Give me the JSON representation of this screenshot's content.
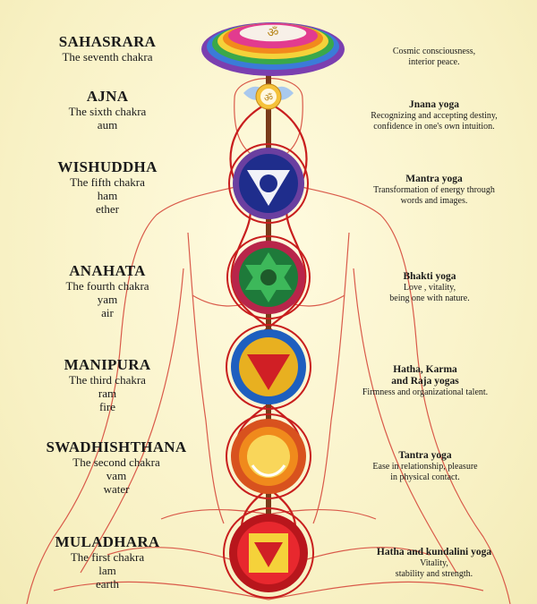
{
  "chakras": [
    {
      "name": "SAHASRARA",
      "lines": [
        "The seventh chakra"
      ],
      "yoga": "",
      "desc": [
        "Cosmic consciousness,",
        "interior peace."
      ]
    },
    {
      "name": "AJNA",
      "lines": [
        "The sixth chakra",
        "aum"
      ],
      "yoga": "Jnana yoga",
      "desc": [
        "Recognizing and accepting destiny,",
        "confidence in one's own intuition."
      ]
    },
    {
      "name": "WISHUDDHA",
      "lines": [
        "The fifth chakra",
        "ham",
        "ether"
      ],
      "yoga": "Mantra yoga",
      "desc": [
        "Transformation of energy through",
        "words and images."
      ]
    },
    {
      "name": "ANAHATA",
      "lines": [
        "The fourth chakra",
        "yam",
        "air"
      ],
      "yoga": "Bhakti yoga",
      "desc": [
        "Love , vitality,",
        "being one with nature."
      ]
    },
    {
      "name": "MANIPURA",
      "lines": [
        "The third chakra",
        "ram",
        "fire"
      ],
      "yoga": "Hatha, Karma\nand Raja yogas",
      "desc": [
        "Firmness and organizational talent."
      ]
    },
    {
      "name": "SWADHISHTHANA",
      "lines": [
        "The second chakra",
        "vam",
        "water"
      ],
      "yoga": "Tantra yoga",
      "desc": [
        "Ease in relationship, pleasure",
        "in physical contact."
      ]
    },
    {
      "name": "MULADHARA",
      "lines": [
        "The first chakra",
        "lam",
        "earth"
      ],
      "yoga": "Hatha and kundalini yoga",
      "desc": [
        "Vitality,",
        "stability and strength."
      ]
    }
  ],
  "colors": {
    "background": "#fbf6cf",
    "figure_line": "#d23a2a",
    "sahasrara": "#e23b8f",
    "ajna": "#f5c23a",
    "wishuddha": "#1f2d8c",
    "anahata": "#1e7a3a",
    "manipura": "#1e5fbf",
    "swadhishthana": "#f08a1c",
    "muladhara": "#d01f25"
  }
}
